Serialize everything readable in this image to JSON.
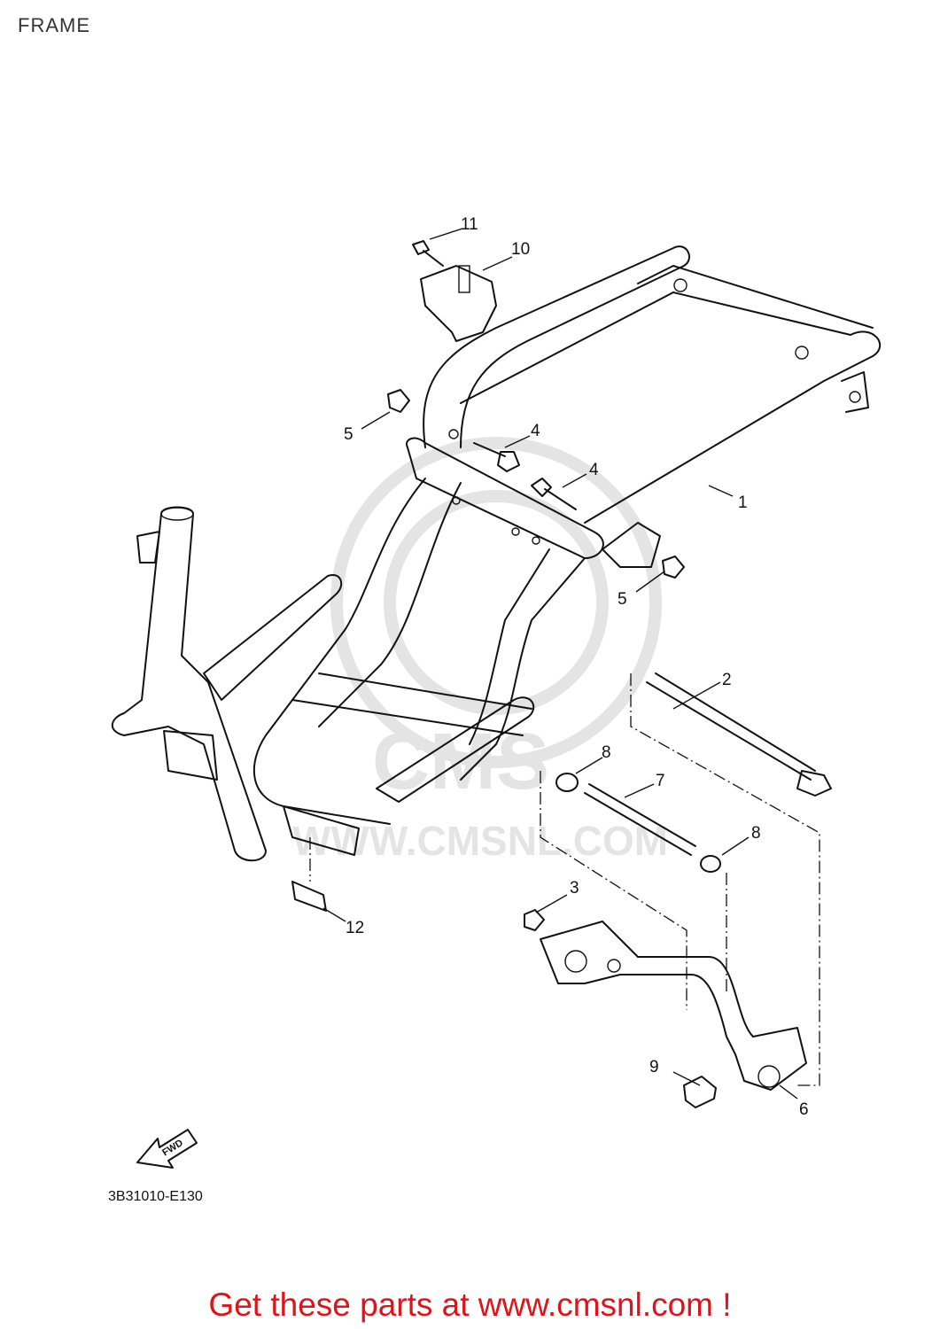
{
  "title": "FRAME",
  "diagram_code": "3B31010-E130",
  "fwd_label": "FWD",
  "watermark": {
    "logo": "CMS",
    "url": "WWW.CMSNL.COM"
  },
  "callouts": [
    "1",
    "2",
    "3",
    "4",
    "4",
    "5",
    "5",
    "6",
    "7",
    "8",
    "8",
    "9",
    "10",
    "11",
    "12"
  ],
  "cta_text": "Get these parts at www.cmsnl.com !",
  "colors": {
    "cta": "#e0121a",
    "line": "#111111",
    "watermark": "#e4e4e4"
  }
}
